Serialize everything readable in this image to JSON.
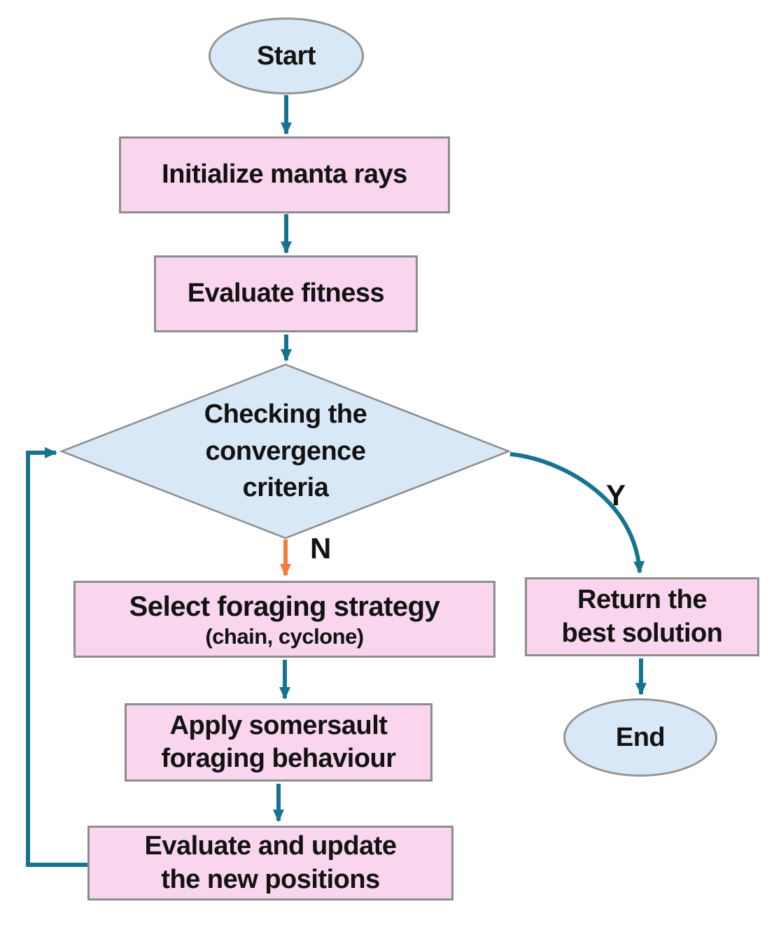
{
  "nodes": {
    "start": {
      "label": "Start"
    },
    "initialize": {
      "label": "Initialize manta rays"
    },
    "evaluate_fitness": {
      "label": "Evaluate fitness"
    },
    "decision": {
      "lines": [
        "Checking the",
        "convergence",
        "criteria"
      ]
    },
    "select_strategy": {
      "line1": "Select foraging strategy",
      "line2": "(chain, cyclone)"
    },
    "somersault": {
      "lines": [
        "Apply somersault",
        "foraging behaviour"
      ]
    },
    "update_positions": {
      "lines": [
        "Evaluate and update",
        "the new positions"
      ]
    },
    "return_best": {
      "lines": [
        "Return the",
        "best solution"
      ]
    },
    "end": {
      "label": "End"
    }
  },
  "edges": {
    "no_label": "N",
    "yes_label": "Y"
  },
  "colors": {
    "arrow": "#17738f",
    "no_arrow": "#f7793a",
    "process_fill": "#f9d5ee",
    "process_border": "#8d8d8d",
    "terminal_fill": "#d9e8f6",
    "decision_fill": "#d9e8f6",
    "shape_border": "#8d8d8d",
    "text": "#121212"
  }
}
